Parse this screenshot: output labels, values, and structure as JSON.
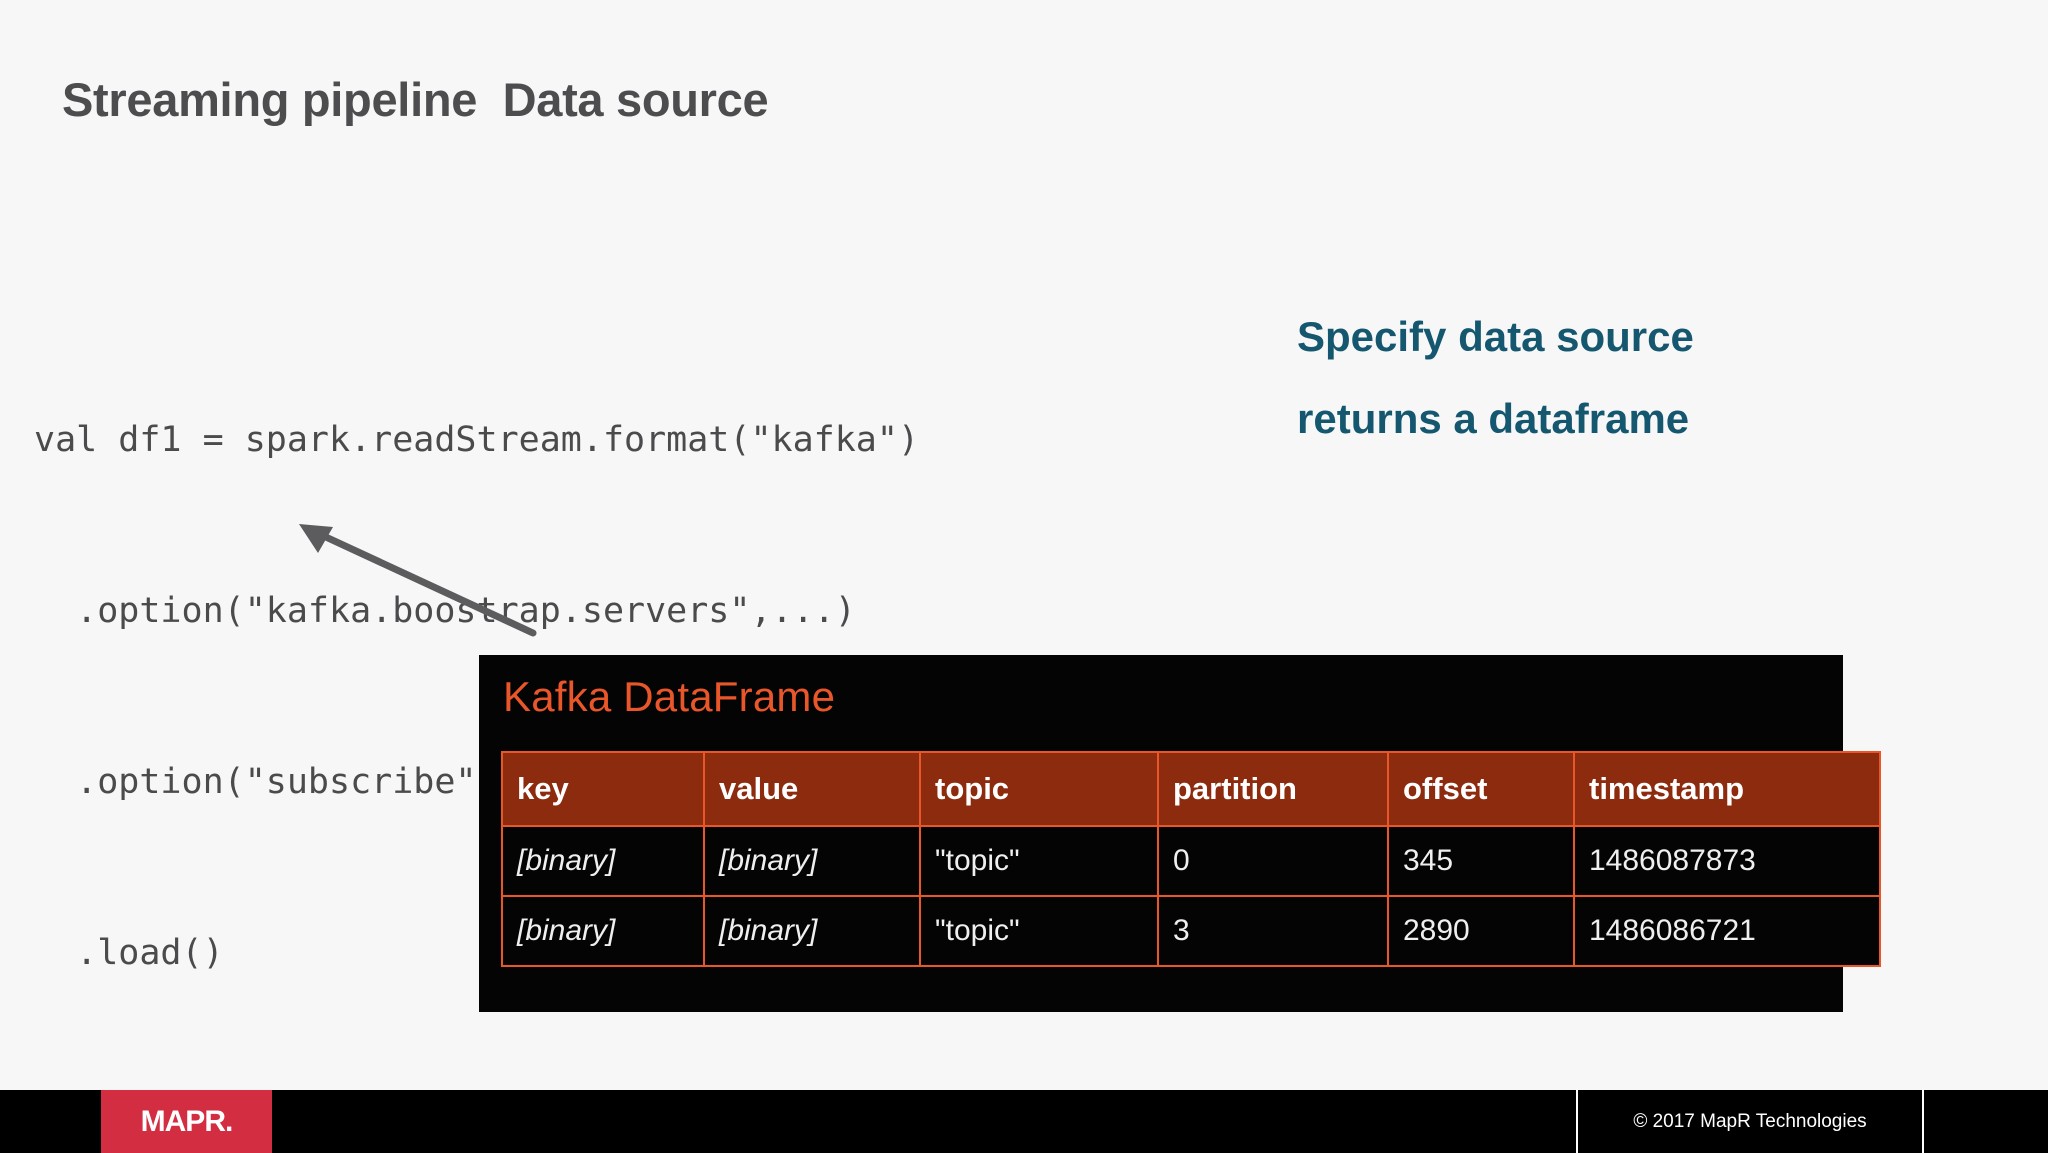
{
  "slide": {
    "title": "Streaming pipeline  Data source",
    "background_color": "#f7f7f8"
  },
  "code": {
    "lines": [
      "val df1 = spark.readStream.format(\"kafka\")",
      "  .option(\"kafka.boostrap.servers\",...)",
      "  .option(\"subscribe\", \"topic\")",
      "  .load()"
    ],
    "text_color": "#4b4b4d"
  },
  "callout": {
    "lines": [
      "Specify data source",
      "returns a dataframe"
    ],
    "color": "#14576e"
  },
  "arrow": {
    "name": "pointer-arrow",
    "color": "#5c5c5e"
  },
  "kafka_panel": {
    "title": "Kafka DataFrame",
    "title_color": "#e8562a",
    "panel_color": "#050404",
    "header_color": "#8c2b0e",
    "border_color": "#e8562a",
    "columns": [
      "key",
      "value",
      "topic",
      "partition",
      "offset",
      "timestamp"
    ],
    "rows": [
      [
        "[binary]",
        "[binary]",
        "\"topic\"",
        "0",
        "345",
        "1486087873"
      ],
      [
        "[binary]",
        "[binary]",
        "\"topic\"",
        "3",
        "2890",
        "1486086721"
      ]
    ]
  },
  "footer": {
    "logo_text": "MAPR.",
    "logo_color": "#d32d41",
    "copyright": "© 2017 MapR Technologies",
    "bar_color": "#000000"
  }
}
